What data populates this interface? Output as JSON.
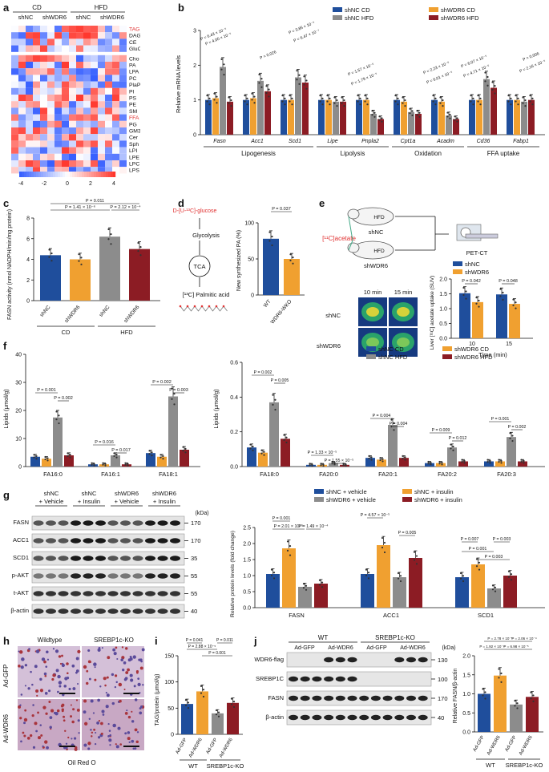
{
  "colors": {
    "shNC_CD": "#1f4e9c",
    "shWDR6_CD": "#f0a030",
    "shNC_HFD": "#8c8c8c",
    "shWDR6_HFD": "#8c1c24",
    "heat_red": "#d62728",
    "heat_blue": "#2a55c8",
    "highlight": "#e03030"
  },
  "panels": {
    "a": {
      "label": "a",
      "groups": [
        "CD",
        "HFD"
      ],
      "subgroups": [
        "shNC",
        "shWDR6",
        "shNC",
        "shWDR6"
      ],
      "rows": [
        "TAG",
        "DAG",
        "CE",
        "GluCer",
        "Cho",
        "PA",
        "LPA",
        "PC",
        "PlaPC",
        "PI",
        "PS",
        "PE",
        "SM",
        "FFA",
        "PG",
        "GM3",
        "Cer",
        "Sph",
        "LPI",
        "LPE",
        "LPC",
        "LPS"
      ],
      "highlight_rows": [
        "TAG",
        "FFA"
      ],
      "scale_ticks": [
        "-4",
        "-2",
        "0",
        "2",
        "4"
      ]
    },
    "b": {
      "label": "b",
      "ylabel": "Relative mRNA levels",
      "legend": [
        "shNC CD",
        "shWDR6 CD",
        "shNC HFD",
        "shWDR6 HFD"
      ],
      "groups": [
        "Lipogenesis",
        "Lipolysis",
        "Oxidation",
        "FFA uptake"
      ],
      "pvalues": [
        "P = 6.43 × 10⁻⁵",
        "P = 4.00 × 10⁻⁵",
        "P = 0.026",
        "P = 3.85 × 10⁻⁵",
        "P = 6.47 × 10⁻⁷",
        "P = 1.57 × 10⁻⁶",
        "P = 1.79 × 10⁻⁵",
        "P = 2.23 × 10⁻⁶",
        "P = 6.01 × 10⁻⁵",
        "P = 6.07 × 10⁻⁵",
        "P = 4.71 × 10⁻⁶",
        "P = 0.006",
        "P = 2.16 × 10⁻⁵"
      ]
    },
    "c": {
      "label": "c",
      "ylabel": "FASN activity (nmol NADPH/min/mg protein)",
      "diet": [
        "CD",
        "HFD"
      ],
      "pvalues": [
        "P = 0.011",
        "P = 1.41 × 10⁻⁶",
        "P = 2.12 × 10⁻⁴"
      ]
    },
    "d": {
      "label": "d",
      "tracer": "D-[U-¹³C]-glucose",
      "steps": [
        "Glycolysis",
        "TCA",
        "[¹³C] Palmitic acid"
      ],
      "ylabel": "New synthesized PA (%)",
      "pvalue": "P = 0.037"
    },
    "e": {
      "label": "e",
      "tracer": "[¹¹C]acetate",
      "mice": [
        "shNC",
        "shWDR6"
      ],
      "diet": "HFD",
      "device": "PET-CT",
      "times": [
        "10 min",
        "15 min"
      ],
      "legend": [
        "shNC",
        "shWDR6"
      ],
      "ylabel": "Liver [¹¹C] acetate uptake (SUV)",
      "xlabel": "Time (min)",
      "pvalues": [
        "P = 0.042",
        "P = 0.048"
      ]
    },
    "f": {
      "label": "f",
      "ylabel": "Lipids (μmol/g)",
      "legend": [
        "shNC CD",
        "shWDR6 CD",
        "shNC HFD",
        "shWDR6 HFD"
      ],
      "pvalues_left": [
        "P = 0.001",
        "P = 0.002",
        "P = 0.016",
        "P = 0.017",
        "P = 0.002",
        "P = 0.003"
      ],
      "pvalues_right": [
        "P = 0.002",
        "P = 0.005",
        "P = 1.33 × 10⁻⁵",
        "P = 1.55 × 10⁻⁵",
        "P = 0.004",
        "P = 0.004",
        "P = 0.009",
        "P = 0.012",
        "P = 0.001",
        "P = 0.002"
      ]
    },
    "g": {
      "label": "g",
      "lanes": [
        "shNC + Vehicle",
        "shNC + Insulin",
        "shWDR6 + Vehicle",
        "shWDR6 + Insulin"
      ],
      "kda_label": "(kDa)",
      "proteins": [
        "FASN",
        "ACC1",
        "SCD1",
        "p-AKT",
        "t-AKT",
        "β-actin"
      ],
      "kda": [
        "170",
        "170",
        "35",
        "55",
        "55",
        "40"
      ],
      "legend": [
        "shNC + vehicle",
        "shNC + insulin",
        "shWDR6 + vehicle",
        "shWDR6 + insulin"
      ],
      "ylabel": "Relative protein levels (fold change)",
      "pvalues": [
        "P = 0.001",
        "P = 2.01 × 10⁻⁵",
        "P = 1.49 × 10⁻⁴",
        "P = 4.57 × 10⁻⁵",
        "P = 0.005",
        "P = 0.007",
        "P = 0.003",
        "P = 0.001",
        "P = 0.003"
      ]
    },
    "h": {
      "label": "h",
      "cols": [
        "Wildtype",
        "SREBP1c-KO"
      ],
      "rows": [
        "Ad-GFP",
        "Ad-WDR6"
      ],
      "stain": "Oil Red O"
    },
    "i": {
      "label": "i",
      "ylabel": "TAG/protein (μmol/g)",
      "groups": [
        "WT",
        "SREBP1c-KO"
      ],
      "pvalues": [
        "P = 0.041",
        "P = 0.011",
        "P = 2.88 × 10⁻⁵",
        "P = 0.001"
      ]
    },
    "j": {
      "label": "j",
      "genotypes": [
        "WT",
        "SREBP1c-KO"
      ],
      "lanes": [
        "Ad-GFP",
        "Ad-WDR6",
        "Ad-GFP",
        "Ad-WDR6"
      ],
      "kda_label": "(kDa)",
      "proteins": [
        "WDR6-flag",
        "SREBP1C",
        "FASN",
        "β-actin"
      ],
      "kda": [
        "130",
        "100",
        "170",
        "40"
      ],
      "ylabel": "Relative FASN/β-actin",
      "pvalues": [
        "P = 2.78 × 10⁻⁵",
        "P = 2.06 × 10⁻⁴",
        "P = 1.92 × 10⁻⁴",
        "P = 6.98 × 10⁻⁵"
      ]
    }
  },
  "chart_data": [
    {
      "panel": "b",
      "type": "bar",
      "categories": [
        "Fasn",
        "Acc1",
        "Scd1",
        "Lipe",
        "Pnpla2",
        "Cpt1a",
        "Acadm",
        "Cd36",
        "Fabp1"
      ],
      "ylim": [
        0,
        3
      ],
      "yticks": [
        0,
        1,
        2,
        3
      ],
      "series": [
        {
          "name": "shNC CD",
          "values": [
            1.0,
            1.0,
            1.0,
            1.0,
            1.0,
            1.0,
            1.0,
            1.0,
            1.0
          ]
        },
        {
          "name": "shWDR6 CD",
          "values": [
            1.05,
            1.05,
            1.0,
            1.0,
            1.0,
            0.95,
            0.95,
            1.0,
            1.0
          ]
        },
        {
          "name": "shNC HFD",
          "values": [
            1.95,
            1.55,
            1.65,
            0.95,
            0.6,
            0.65,
            0.55,
            1.6,
            0.95
          ]
        },
        {
          "name": "shWDR6 HFD",
          "values": [
            0.95,
            1.25,
            1.5,
            0.95,
            0.45,
            0.6,
            0.45,
            1.35,
            1.0
          ]
        }
      ]
    },
    {
      "panel": "c",
      "type": "bar",
      "categories": [
        "shNC",
        "shWDR6",
        "shNC",
        "shWDR6"
      ],
      "ylim": [
        0,
        8
      ],
      "yticks": [
        0,
        2,
        4,
        6,
        8
      ],
      "values": [
        4.4,
        4.0,
        6.2,
        5.0
      ]
    },
    {
      "panel": "d",
      "type": "bar",
      "categories": [
        "WT",
        "WDR6-WKO"
      ],
      "ylim": [
        0,
        100
      ],
      "yticks": [
        0,
        50,
        100
      ],
      "values": [
        78,
        50
      ]
    },
    {
      "panel": "e",
      "type": "bar",
      "categories": [
        "10",
        "15"
      ],
      "ylim": [
        0,
        2.0
      ],
      "yticks": [
        0,
        0.5,
        1.0,
        1.5,
        2.0
      ],
      "series": [
        {
          "name": "shNC",
          "values": [
            1.52,
            1.48
          ]
        },
        {
          "name": "shWDR6",
          "values": [
            1.22,
            1.16
          ]
        }
      ]
    },
    {
      "panel": "f-left",
      "type": "bar",
      "categories": [
        "FA16:0",
        "FA16:1",
        "FA18:1"
      ],
      "ylim": [
        0,
        40
      ],
      "yticks": [
        0,
        10,
        20,
        30,
        40
      ],
      "series": [
        {
          "name": "shNC CD",
          "values": [
            3.5,
            0.8,
            4.8
          ]
        },
        {
          "name": "shWDR6 CD",
          "values": [
            2.8,
            0.8,
            3.5
          ]
        },
        {
          "name": "shNC HFD",
          "values": [
            17.5,
            4.0,
            25.0
          ]
        },
        {
          "name": "shWDR6 HFD",
          "values": [
            4.0,
            0.8,
            6.0
          ]
        }
      ]
    },
    {
      "panel": "f-right",
      "type": "bar",
      "categories": [
        "FA18:0",
        "FA20:0",
        "FA20:1",
        "FA20:2",
        "FA20:3"
      ],
      "ylim": [
        0,
        0.6
      ],
      "yticks": [
        0,
        0.2,
        0.4,
        0.6
      ],
      "series": [
        {
          "name": "shNC CD",
          "values": [
            0.11,
            0.01,
            0.05,
            0.02,
            0.03
          ]
        },
        {
          "name": "shWDR6 CD",
          "values": [
            0.08,
            0.01,
            0.04,
            0.02,
            0.03
          ]
        },
        {
          "name": "shNC HFD",
          "values": [
            0.37,
            0.02,
            0.24,
            0.11,
            0.17
          ]
        },
        {
          "name": "shWDR6 HFD",
          "values": [
            0.16,
            0.01,
            0.05,
            0.03,
            0.03
          ]
        }
      ]
    },
    {
      "panel": "g",
      "type": "bar",
      "categories": [
        "FASN",
        "ACC1",
        "SCD1"
      ],
      "ylim": [
        0,
        2.5
      ],
      "yticks": [
        0,
        0.5,
        1.0,
        1.5,
        2.0,
        2.5
      ],
      "series": [
        {
          "name": "shNC + vehicle",
          "values": [
            1.05,
            1.05,
            0.95
          ]
        },
        {
          "name": "shNC + insulin",
          "values": [
            1.85,
            1.95,
            1.35
          ]
        },
        {
          "name": "shWDR6 + vehicle",
          "values": [
            0.65,
            0.95,
            0.6
          ]
        },
        {
          "name": "shWDR6 + insulin",
          "values": [
            0.75,
            1.55,
            1.0
          ]
        }
      ]
    },
    {
      "panel": "i",
      "type": "bar",
      "categories": [
        "Ad-GFP",
        "Ad-WDR6",
        "Ad-GFP",
        "Ad-WDR6"
      ],
      "ylim": [
        0,
        150
      ],
      "yticks": [
        0,
        50,
        100,
        150
      ],
      "values": [
        58,
        82,
        40,
        60
      ]
    },
    {
      "panel": "j",
      "type": "bar",
      "categories": [
        "Ad-GFP",
        "Ad-WDR6",
        "Ad-GFP",
        "Ad-WDR6"
      ],
      "ylim": [
        0,
        2.0
      ],
      "yticks": [
        0,
        0.5,
        1.0,
        1.5,
        2.0
      ],
      "values": [
        1.0,
        1.48,
        0.72,
        0.92
      ]
    }
  ]
}
